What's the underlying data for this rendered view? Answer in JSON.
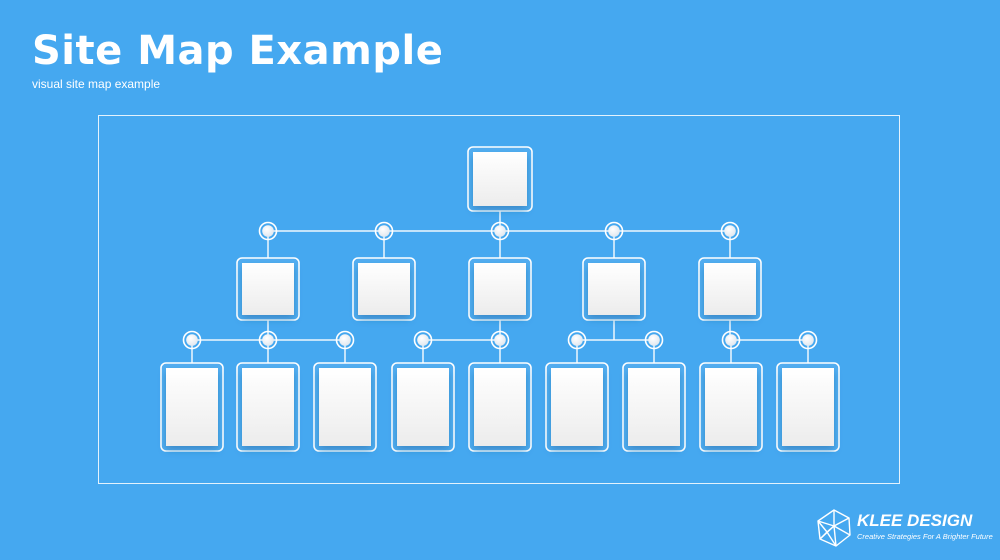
{
  "header": {
    "title": "Site Map Example",
    "subtitle": "visual site map example"
  },
  "diagram": {
    "type": "site-map-tree",
    "levels": [
      {
        "level": 0,
        "page_count": 1,
        "page_shape": "square"
      },
      {
        "level": 1,
        "page_count": 5,
        "page_shape": "square"
      },
      {
        "level": 2,
        "page_count": 9,
        "page_shape": "portrait",
        "children_per_level1_page": [
          3,
          0,
          2,
          2,
          2
        ]
      }
    ]
  },
  "brand": {
    "name": "KLEE DESIGN",
    "tagline": "Creative Strategies For A Brighter Future",
    "logo_icon": "polyhedron-icon"
  },
  "colors": {
    "background": "#45a8f0",
    "line": "#ffffff",
    "card_fill": "#f4f4f4"
  }
}
